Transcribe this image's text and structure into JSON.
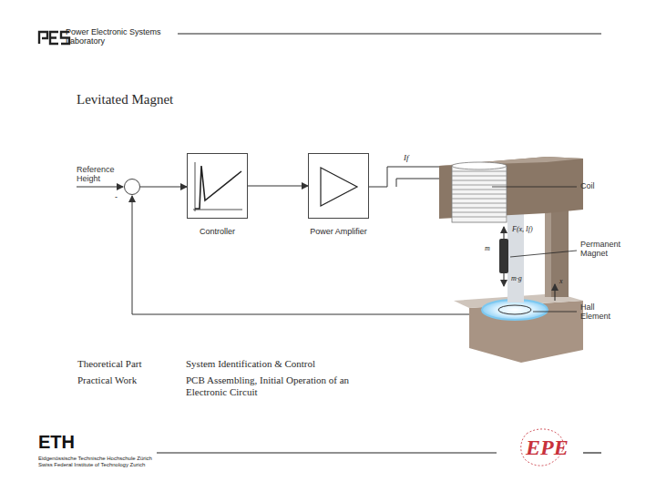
{
  "diagram": {
    "title": "Levitated Magnet",
    "nodes": [
      {
        "text": [
          "-"
        ]
      },
      {
        "text": [
          "Controller"
        ]
      },
      {
        "text": [
          "Power Amplifier"
        ]
      }
    ],
    "edges": [
      {
        "from": 0,
        "to": 1,
        "arrow": "to"
      },
      {
        "from": 1,
        "to": 2,
        "arrow": "to"
      }
    ],
    "labels": [
      "Power Electronic Systems Laboratory",
      "Reference Height",
      "If",
      "Coil",
      "F(x, If)",
      "m",
      "m·g",
      "Permanent Magnet",
      "x",
      "Hall Element",
      "Theoretical Part",
      "System Identification & Control",
      "Practical Work",
      "PCB Assembling, Initial Operation of an Electronic Circuit",
      "ETH",
      "Eidgenössische Technische Hochschule Zürich",
      "Swiss Federal Institute of Technology Zurich",
      "EPE"
    ]
  }
}
